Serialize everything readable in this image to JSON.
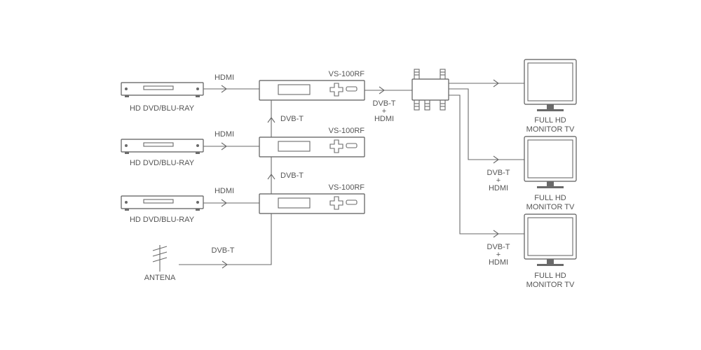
{
  "sources": [
    {
      "label": "HD DVD/BLU-RAY",
      "link": "HDMI"
    },
    {
      "label": "HD DVD/BLU-RAY",
      "link": "HDMI"
    },
    {
      "label": "HD DVD/BLU-RAY",
      "link": "HDMI"
    }
  ],
  "modulators": [
    {
      "label": "VS-100RF"
    },
    {
      "label": "VS-100RF"
    },
    {
      "label": "VS-100RF"
    }
  ],
  "cascade_links": [
    "DVB-T",
    "DVB-T"
  ],
  "antenna": {
    "label": "ANTENA",
    "link": "DVB-T"
  },
  "mod_output": {
    "line1": "DVB-T",
    "line2": "+",
    "line3": "HDMI"
  },
  "splitter_outputs": [
    {
      "line1": "DVB-T",
      "line2": "+",
      "line3": "HDMI"
    },
    {
      "line1": "DVB-T",
      "line2": "+",
      "line3": "HDMI"
    }
  ],
  "tvs": [
    {
      "line1": "FULL HD",
      "line2": "MONITOR TV"
    },
    {
      "line1": "FULL HD",
      "line2": "MONITOR TV"
    },
    {
      "line1": "FULL HD",
      "line2": "MONITOR TV"
    }
  ],
  "colors": {
    "line": "#6a6a6a",
    "text": "#555555",
    "background": "#ffffff"
  }
}
